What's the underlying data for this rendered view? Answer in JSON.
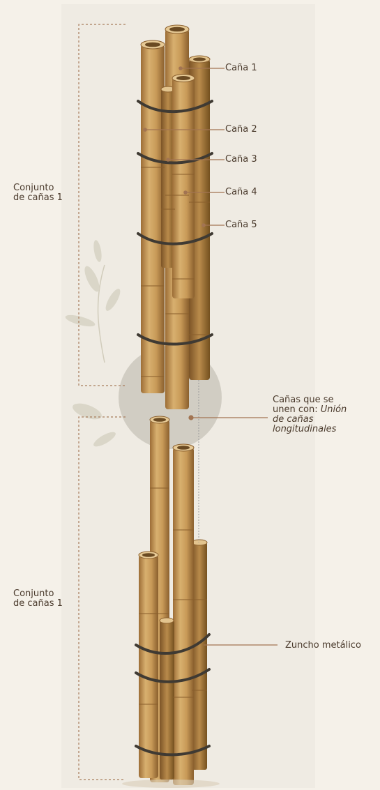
{
  "cane_labels": [
    "Caña 1",
    "Caña 2",
    "Caña 3",
    "Caña 4",
    "Caña 5"
  ],
  "group_labels": {
    "upper": [
      "Conjunto",
      "de cañas 1"
    ],
    "lower": [
      "Conjunto",
      "de cañas 1"
    ]
  },
  "joint_callout": {
    "line1": "Cañas que se",
    "line2_prefix": "unen con: ",
    "line2_italic": "Unión",
    "line3": "de cañas",
    "line4": "longitudinales"
  },
  "strap_label": "Zuncho metálico",
  "colors": {
    "background": "#f5f1e9",
    "panel": "#efebe3",
    "leader": "#a27452",
    "bracket": "#a87c5c",
    "text": "#4a3a2c",
    "bamboo_light": "#d6ad6c",
    "bamboo_mid": "#c08d4b",
    "bamboo_dark": "#8f6430",
    "rope": "#3f3a33",
    "joint_circle": "#b8b5a9"
  }
}
